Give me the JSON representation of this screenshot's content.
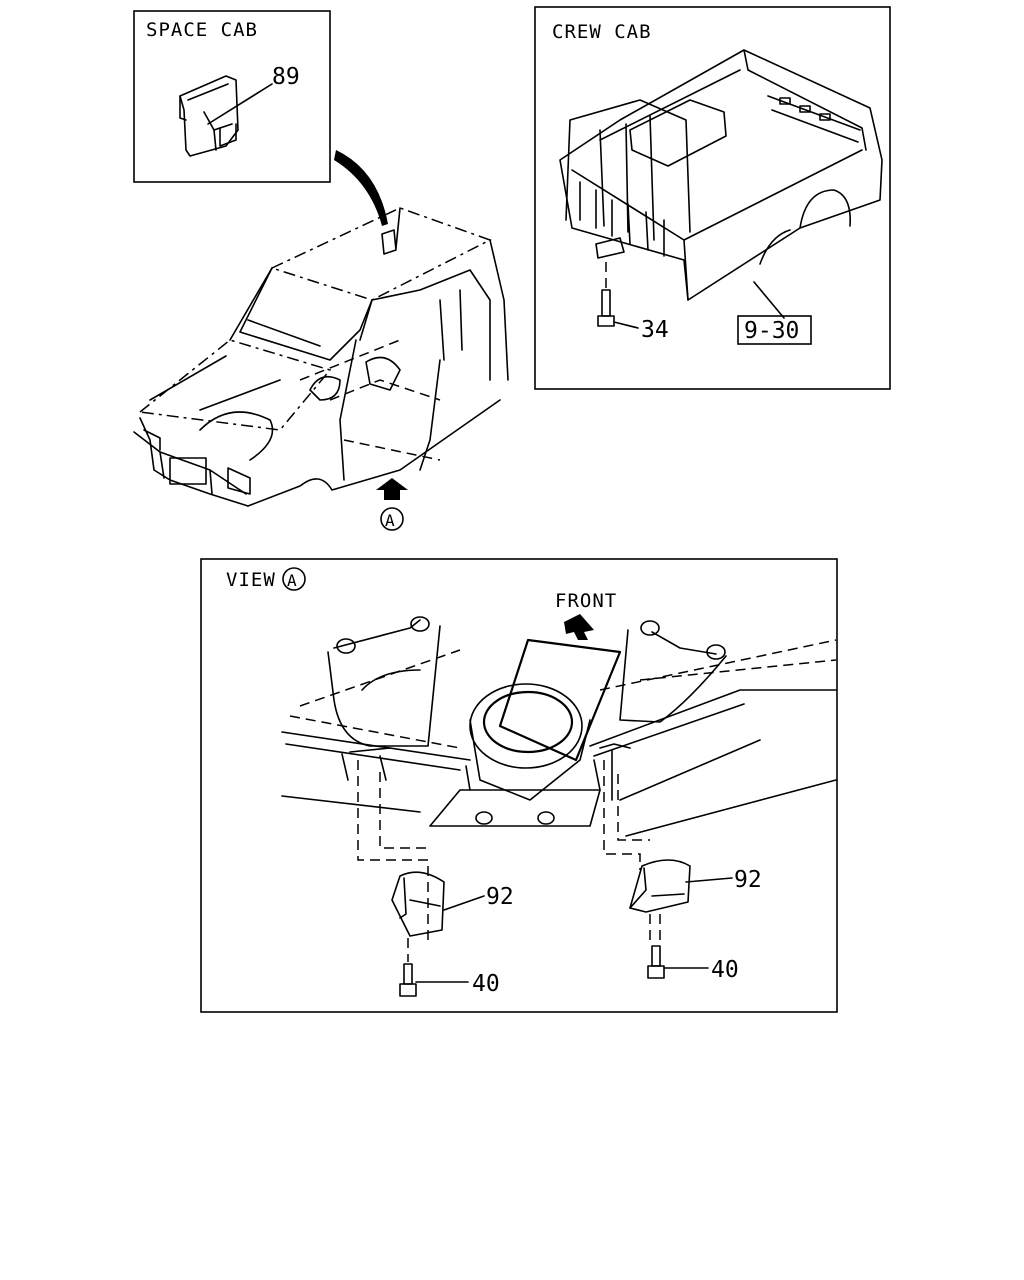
{
  "panels": {
    "space_cab": {
      "title": "SPACE CAB"
    },
    "crew_cab": {
      "title": "CREW CAB"
    },
    "view_a": {
      "title": "VIEW",
      "view_marker": "A"
    }
  },
  "callouts": {
    "part_89": "89",
    "part_34": "34",
    "part_9_30": "9-30",
    "part_92_left": "92",
    "part_92_right": "92",
    "part_40_left": "40",
    "part_40_right": "40",
    "view_marker_body": "A"
  },
  "labels": {
    "front": "FRONT"
  }
}
